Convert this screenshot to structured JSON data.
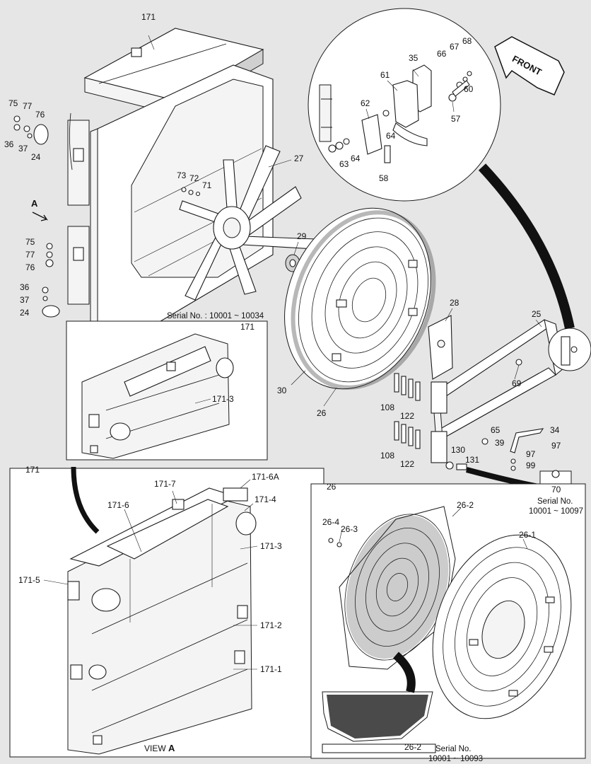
{
  "labels": {
    "n171_top": "171",
    "n27": "27",
    "n73": "73",
    "n72": "72",
    "n71": "71",
    "n75a": "75",
    "n77a": "77",
    "n76a": "76",
    "n36a": "36",
    "n37a": "37",
    "n24a": "24",
    "arrowA": "A",
    "n75b": "75",
    "n77b": "77",
    "n76b": "76",
    "n36b": "36",
    "n37b": "37",
    "n24b": "24",
    "n29": "29",
    "n30": "30",
    "n26": "26",
    "n28": "28",
    "n25": "25",
    "n69": "69",
    "n108a": "108",
    "n122a": "122",
    "n108b": "108",
    "n122b": "122",
    "n65": "65",
    "n39": "39",
    "n130": "130",
    "n131": "131",
    "n34": "34",
    "n97a": "97",
    "n97b": "97",
    "n99": "99",
    "n70": "70",
    "n35": "35",
    "n61": "61",
    "n62": "62",
    "n64a": "64",
    "n64b": "64",
    "n63": "63",
    "n58": "58",
    "n66": "66",
    "n67": "67",
    "n68": "68",
    "n60": "60",
    "n57": "57",
    "front": "FRONT",
    "serialA": "Serial No. : 10001 ~ 10034",
    "n171_inset": "171",
    "n171_3a": "171-3",
    "n171_view": "171",
    "n171_6A": "171-6A",
    "n171_7": "171-7",
    "n171_6": "171-6",
    "n171_4": "171-4",
    "n171_3b": "171-3",
    "n171_5": "171-5",
    "n171_2": "171-2",
    "n171_1": "171-1",
    "viewA_text": "VIEW",
    "viewA_letter": "A",
    "n26_box": "26",
    "n26_4": "26-4",
    "n26_3": "26-3",
    "n26_2a": "26-2",
    "n26_1": "26-1",
    "n26_2b": "26-2",
    "serialB_1": "Serial No.",
    "serialB_2": "10001 ~ 10097",
    "serialC_1": "Serial No.",
    "serialC_2": "10001 ~ 10093"
  }
}
